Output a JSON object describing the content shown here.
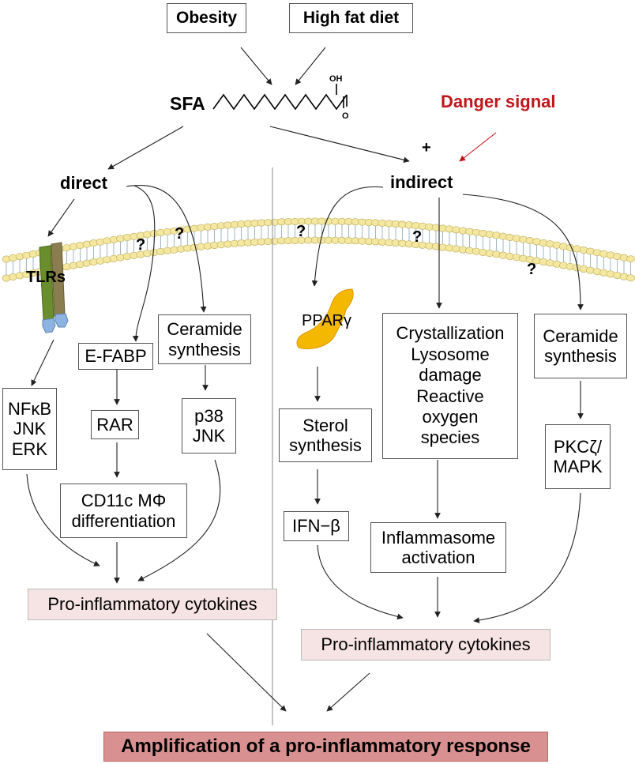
{
  "top": {
    "obesity": "Obesity",
    "high_fat_diet": "High fat diet"
  },
  "sfa": {
    "label": "SFA",
    "oh": "OH",
    "o": "O"
  },
  "danger_signal": {
    "label": "Danger signal",
    "color": "#c0151a"
  },
  "plus": "+",
  "branches": {
    "direct": "direct",
    "indirect": "indirect"
  },
  "question_mark": "?",
  "membrane": {
    "tlrs": "TLRs",
    "ppar": "PPARγ"
  },
  "direct_boxes": {
    "signaling": [
      "NFκB",
      "JNK",
      "ERK"
    ],
    "efabp": "E-FABP",
    "rar": "RAR",
    "cd11c": [
      "CD11c MΦ",
      "differentiation"
    ],
    "ceramide": [
      "Ceramide",
      "synthesis"
    ],
    "p38": [
      "p38",
      "JNK"
    ],
    "cytokines": "Pro-inflammatory cytokines"
  },
  "indirect_boxes": {
    "sterol": [
      "Sterol",
      "synthesis"
    ],
    "ifn": "IFN−β",
    "crystallization": [
      "Crystallization",
      "Lysosome",
      "damage",
      "Reactive",
      "oxygen",
      "species"
    ],
    "inflammasome": [
      "Inflammasome",
      "activation"
    ],
    "ceramide": [
      "Ceramide",
      "synthesis"
    ],
    "pkc": [
      "PKCζ/",
      "MAPK"
    ],
    "cytokines": "Pro-inflammatory cytokines"
  },
  "final": "Amplification of a pro-inflammatory response",
  "colors": {
    "tlr_green": "#6a8e2e",
    "tlr_olive": "#8a7d4f",
    "tlr_blue": "#8db3e2",
    "ppar": "#f5b800",
    "lipid_head": "#f4e7a0",
    "cytokine_bg": "#f6e3e3",
    "final_bg": "#d99090"
  }
}
